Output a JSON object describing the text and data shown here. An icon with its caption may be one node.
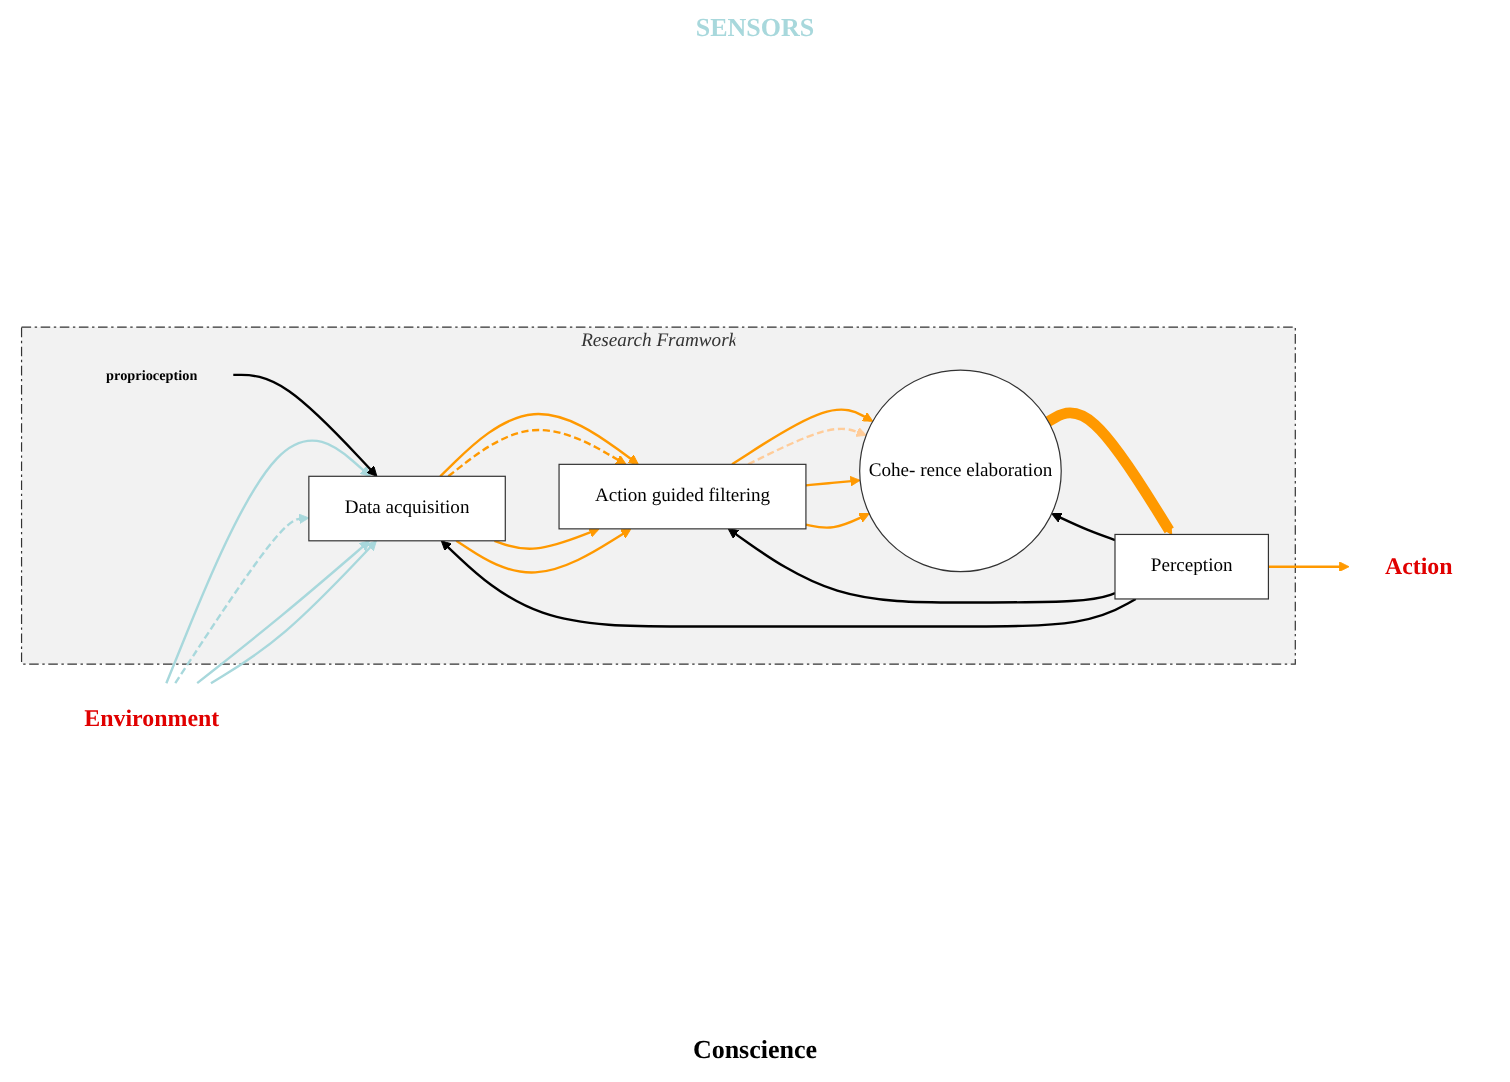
{
  "diagram": {
    "nodes": [
      {
        "text": [
          "Research Framwork"
        ]
      },
      {
        "text": [
          "Environment"
        ]
      },
      {
        "text": [
          "Data acquisition"
        ],
        "in": 0
      },
      {
        "text": [
          "Action guided filtering"
        ],
        "in": 0
      },
      {
        "text": [
          "Cohe- rence elaboration"
        ],
        "in": 0
      },
      {
        "text": [
          "Perception"
        ],
        "in": 0
      },
      {
        "text": [
          "Action"
        ]
      },
      {
        "text": [
          "proprioception"
        ],
        "in": 0
      }
    ],
    "edges": [
      {
        "from": 1,
        "to": 2,
        "arrow": "to",
        "color": "#a8d8dc"
      },
      {
        "from": 1,
        "to": 2,
        "arrow": "to",
        "style": "dashed",
        "color": "#a8d8dc"
      },
      {
        "from": 1,
        "to": 2,
        "arrow": "to",
        "color": "#a8d8dc"
      },
      {
        "from": 1,
        "to": 2,
        "arrow": "to",
        "color": "#a8d8dc"
      },
      {
        "from": 2,
        "to": 3,
        "arrow": "to"
      },
      {
        "from": 2,
        "to": 3,
        "arrow": "to",
        "style": "dashed"
      },
      {
        "from": 2,
        "to": 3,
        "arrow": "to"
      },
      {
        "from": 2,
        "to": 3,
        "arrow": "to"
      },
      {
        "from": 3,
        "to": 4,
        "arrow": "to"
      },
      {
        "from": 3,
        "to": 4,
        "arrow": "to",
        "style": "dashed",
        "color": "#ffcc99"
      },
      {
        "from": 3,
        "to": 4,
        "arrow": "to"
      },
      {
        "from": 3,
        "to": 4,
        "arrow": "to"
      },
      {
        "from": 4,
        "to": 5,
        "arrow": "to",
        "style": "thick"
      },
      {
        "from": 5,
        "to": 6,
        "arrow": "to"
      },
      {
        "from": 7,
        "to": 2,
        "arrow": "to",
        "color": "#000000"
      },
      {
        "from": 5,
        "to": 2,
        "arrow": "to",
        "color": "#000000"
      },
      {
        "from": 5,
        "to": 3,
        "arrow": "to",
        "color": "#000000"
      },
      {
        "from": 5,
        "to": 4,
        "arrow": "to",
        "color": "#000000"
      }
    ],
    "labels": [
      "SENSORS",
      "Conscience"
    ]
  }
}
